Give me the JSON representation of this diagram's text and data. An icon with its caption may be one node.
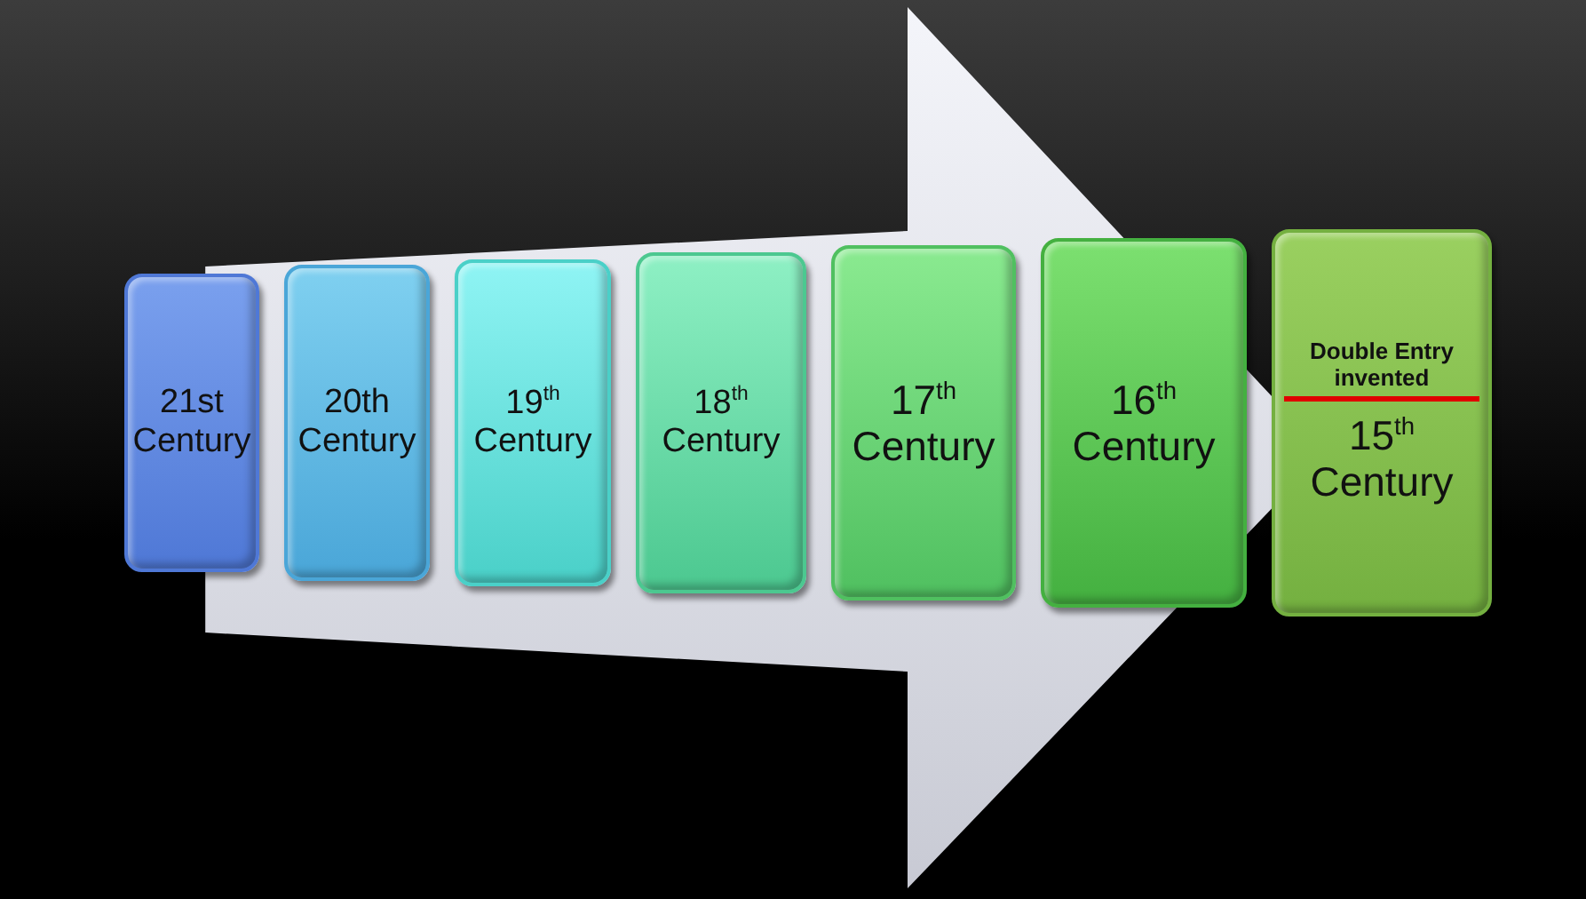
{
  "diagram": {
    "nodes": [
      {
        "text": [
          "21st Century"
        ]
      },
      {
        "text": [
          "20th Century"
        ]
      },
      {
        "text": [
          "19$^{th}$ Century"
        ]
      },
      {
        "text": [
          "18$^{th}$ Century"
        ]
      },
      {
        "text": [
          "17$^{th}$ Century"
        ]
      },
      {
        "text": [
          "16$^{th}$ Century"
        ]
      },
      {
        "text": [
          "Double Entry invented",
          "15$^{th}$ Century"
        ]
      }
    ],
    "edges": [
      {
        "from": 0,
        "to": 6,
        "arrow": "to"
      }
    ]
  }
}
